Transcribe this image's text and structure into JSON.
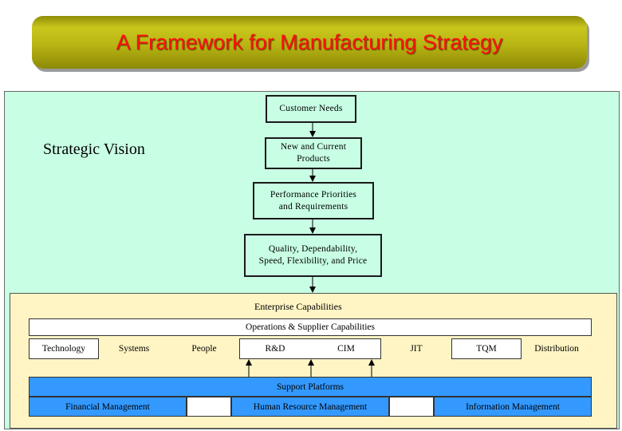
{
  "title": "A Framework for Manufacturing Strategy",
  "strategic_vision": "Strategic Vision",
  "flow": {
    "customer_needs": "Customer Needs",
    "products": "New and Current\nProducts",
    "priorities": "Performance Priorities\nand Requirements",
    "quality": "Quality, Dependability,\nSpeed, Flexibility, and Price"
  },
  "enterprise": {
    "label": "Enterprise Capabilities",
    "operations": "Operations & Supplier Capabilities",
    "capabilities": [
      "Technology",
      "Systems",
      "People",
      "R&D",
      "CIM",
      "JIT",
      "TQM",
      "Distribution"
    ]
  },
  "support": {
    "label": "Support Platforms",
    "platforms": [
      "Financial Management",
      "Human Resource Management",
      "Information Management"
    ]
  },
  "colors": {
    "vision_bg": "#c8ffe4",
    "enterprise_bg": "#fff5c4",
    "platform_blue": "#3399ff",
    "title_red": "#ff1010",
    "banner_olive": "#b8b514"
  }
}
